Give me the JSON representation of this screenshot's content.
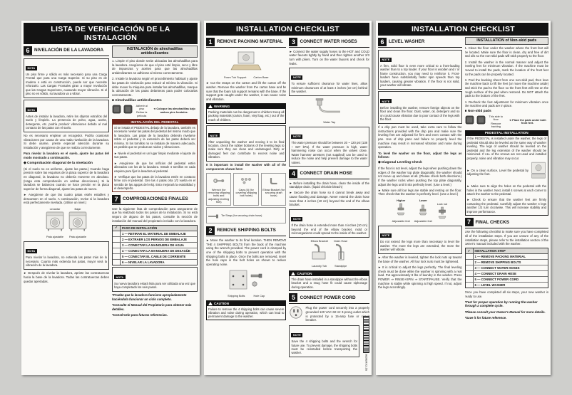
{
  "labels": {
    "note": "NOTE",
    "nota": "NOTA",
    "warning": "WARNING",
    "caution": "CAUTION",
    "importante": "IMPORTANTE"
  },
  "left": {
    "title": "LISTA DE VERIFICACIÓN DE LA INSTALACIÓN",
    "leveling": {
      "num": "6",
      "title": "NIVELACIÓN DE LA LAVADORA",
      "nota1": "Un piso firme y sólido es más necesario para una Carga Frontal que para una Carga Superior. Si su piso es de madera o está en construcción, puede ser que necesite reforzarlo. Las Cargas Frontales giran a mayor revolución que las Cargas Superiores, causando mayor vibración. Si el piso no es sólido, su lavadora va a vibrar.",
      "nota2": "Antes de instalar la lavadora, retire los objetos extraños del suelo y límpielo. La presencia de polvo, agua, aceite, detergente, etc. podría producir vibraciones debido al mal contacto de las patas con el suelo.",
      "p1": "No es necesario emplear un recogedor. Podría ocasionar vibraciones por causa de una mala nivelación de la lavadora. Si debe usarse, preste especial atención durante su instalación y asegúrese de que se realiza correctamente.",
      "p2": "Para nivelar la lavadora en el suelo, ajuste las patas del modo mostrado a continuación.",
      "diag_title": "◆ Comprobación diagonal de la nivelación",
      "p3": "(Si el suelo no es uniforme, ajuste las patas.) Cuando haga presión sobre las esquinas de la placa superior de la lavadora en diagonal, la lavadora no debería moverse en absoluto. (Haga esta comprobación en ambas direcciones.) Si la lavadora se balancea cuando se hace presión en la placa superior de forma diagonal, ajuste las patas de nuevo.",
      "p4": "► Asegúrese de que las cuatro patas estén estables y descansen en el suelo. A continuación, revise si la lavadora está perfectamente nivelada. (Utilice un nivel.)",
      "lbl_raise": "Levantar",
      "lbl_lower": "Bajar",
      "lbl_foot1": "Pata ajustable",
      "lbl_foot2": "Pata ajustable",
      "nota3": "Para nivelar la lavadora, no extienda las patas más de lo necesario. Cuanto más extienda las patas, mayor será la vibración de la lavadora.",
      "p5": "► Después de nivelar la lavadora, apriete las contratuercas hacia la base de la lavadora. Todas las contratuercas deben quedar apretadas."
    },
    "pads": {
      "title": "INSTALACIÓN de almohadillas antideslizantes",
      "p1": "1. Limpie el piso donde serán ubicadas las almohadillas para la lavadora. Asegúrese de que el piso esté limpio, seco y libre de impurezas y aceites para que las almohadillas antideslizantes se adhieran al mismo correctamente.",
      "p2": "2. Instale la lavadora según el procedimiento habitual y ajuste las patas de nivelación para reducir al mínimo la vibración. Si debe mover la máquina para instalar las almohadillas, marque la ubicación de las patas delanteras para poder colocarlas correctamente.",
      "pads_label": "■ Almohadillas antideslizantes",
      "lbl_stick": "Adherir al piso",
      "lbl_backing": "Retirar la película",
      "arrow_note": "◄ Coloque las almohadillas bajo ambos pies frontales."
    },
    "importante": {
      "label": "INSTALACIÓN DEL PEDESTAL",
      "text": "Si se instala el PEDESTAL debajo de la lavadora, también es necesario nivelar las patas del pedestal del mismo modo que la lavadora. Las patas de la lavadora deberán nivelarse sobre el pedestal y la extensión de las patas deberá ser mínima. Si los tornillos no se instalan de manera adecuada, es posible que se produzcan ruidos y vibraciones.",
      "b1": "► Nivele el pedestal en un lugar limpio mediante el ajuste de sus patas.",
      "b2": "► Asegúrese de que los orificios del pedestal estén alineados con los de la lavadora. Instale 4 tornillos en cada esquina para fijar la lavadora al pedestal.",
      "b3": "► Verifique que las patas de la lavadora estén en contacto firme con el pedestal. Gire las 4 patas otra 1/2 vuelta en el sentido de las agujas del reloj. Esto mejorará la estabilidad y el desempeño."
    },
    "final": {
      "num": "7",
      "title": "COMPROBACIONES FINALES",
      "intro": "Use la siguiente lista de comprobación para asegurarse de que ha realizado todos los pasos de la instalación. Si no está seguro de alguno de los pasos, consulte la sección de instalación del manual del propietario incluido con la lavadora.",
      "check_col": "✓",
      "step_col": "PASO DE INSTALACIÓN",
      "items": [
        "1 — RETIRAR EL MATERIAL DE EMBALAJE",
        "2 — EXTRAER LOS PERNOS DE EMBALAJE",
        "3 — CONECTAR LA MANGUERA DE AGUA",
        "4 — CONECTAR LA MANGUERA DE DESAGÜE",
        "5 — CONECTAR EL CABLE DE CORRIENTE",
        "6 — NIVELAR LA LAVADORA"
      ],
      "nota": "Su nueva lavadora estará lista para ser utilizada una vez que haya completado los seis pasos.",
      "foot1": "*Pruebe que la lavadora funcione apropiadamente haciéndola funcionar un ciclo completo.",
      "foot2": "*Consulte el Manual del Propietario para obtener más detalles.",
      "foot3": "*Consérvelo para futuras referencias."
    }
  },
  "middle": {
    "title": "INSTALLATION CHECKLIST",
    "s1": {
      "num": "1",
      "title": "REMOVE PACKING MATERIAL",
      "lbl_foam": "Foam Tub Support",
      "lbl_base": "Carton Base",
      "p1": "► Cut the straps on the carton and lift the carton off the washer. Remove the washer from the carton base and be sure that the foam tub support remains with the base. If the support gets caught under the washer, it can cause noise and vibration.",
      "warning": "Packing materials can be dangerous to children! Keep all packing materials (carton, foam, vinyl bag, etc.) out of the reach of children.",
      "note": "After unpacking the washer and moving it to its final location, check the rubber bottoms of the leveling legs to make sure they are clean and undamaged. Dirty or damaged feet can contribute to excess noise and vibration.",
      "p2": "It is important to install the washer with all of the components shown here:",
      "comp1": "Wrench (for removing shipping bolts and adjusting leveling feet)",
      "comp2": "Caps (4) (for covering shipping bolt holes)",
      "comp3": "Elbow Bracket (for securing drain hose)",
      "comp4": "Tie Strap (for securing drain hose)"
    },
    "s2": {
      "num": "2",
      "title": "REMOVE SHIPPING BOLTS",
      "p1": "► Move the washer to its final location. THEN REMOVE THE 4 SHIPPING BOLTS from the back of the machine using the wrench provided. The power cord is clamped by one of the shipping bolts to prevent operation with the shipping bolts in place. Once the bolts are removed, insert the hole caps in the bolt holes as shown to reduce operating noise.",
      "lbl_bolt": "Shipping Bolts",
      "lbl_cap": "Hole Cap",
      "caution": "Failure to remove the 4 shipping bolts can cause severe vibration and noise during operation, which can lead to permanent damage to the washer."
    },
    "s3": {
      "num": "3",
      "title": "CONNECT WATER HOSES",
      "p1": "► Connect the water supply hoses to the HOT and COLD water faucets tightly by hand and then tighten another 2/3 turn with pliers. Turn on the water faucets and check for leaks.",
      "lbl_tap": "Water Tap",
      "note1": "To ensure sufficient clearance for water lines, allow minimum clearances of at least 4 inches (10 cm) behind the washer.",
      "note2": "The water pressure should be between 20 ~ 120 psi (138 ~ 827 kPa). If the water pressure is high, water hammering noise can occur when the valves close. Water hammer arresters (not supplied) can be used to reduce the noise and help prevent damage to the water valves."
    },
    "s4": {
      "num": "4",
      "title": "CONNECT DRAIN HOSE",
      "p1": "► Before installing the drain hose, clean the inside of the standpipe drain. (liquid chloride bleach)",
      "p2": "► Secure the drain hose so it cannot break away and cause flooding and damage. Never extend the drain hose more than 4 inches (10 cm) beyond the end of the elbow bracket.",
      "note": "If the drain hose is extended more than 4 inches (10 cm) beyond the end of the elbow bracket, mold or microorganisms could spread to the inside of the washer.",
      "lbl_elbow": "Elbow Bracket",
      "lbl_tub": "Laundry Tub",
      "lbl_hose": "Drain Hose",
      "lbl_pipe": "Standpipe",
      "caution": "The drain hose installed in a standpipe without the elbow bracket and a snug hose fit could cause siphonage during operation."
    },
    "s5": {
      "num": "5",
      "title": "CONNECT POWER CORD",
      "p1": "Plug the power cord securely into a properly grounded 120 VAC 60 Hz 3-prong outlet which is protected by a 15-amp fuse or circuit breaker.",
      "note": "Save the 4 shipping bolts and the wrench for future use. To prevent damage, the shipping bolts must be reinstalled before transporting the washer.",
      "code": "3828ER3015S"
    }
  },
  "right": {
    "title": "INSTALLATION CHECKLIST",
    "s6": {
      "num": "6",
      "title": "LEVEL WASHER",
      "note1": "A firm, solid floor is even more critical to a front-loading washer than to a top loader. If your floor is wooden and / or frame construction, you may need to reinforce it. Front-loaders have substantially faster spin speeds than top loaders, causing greater vibration. If the floor is not solid, your washer will vibrate.",
      "note2": "Before installing the washer, remove foreign objects on the floor and clean the floor. Dust, water, oil, detergent and so on could cause vibration due to poor contact of the legs with the floor.",
      "p1": "If a drip pan must be used, take extra care to follow the instructions provided with the drip pan and make sure the leveling feet are adjusted for firm and even contact with the pan. Use of drip pans and failure to properly level the machine may result in increased vibration and noise during operation.",
      "p2": "To level the washer on the floor, adjust the legs as follows:",
      "diag_title": "◆ Diagonal Leveling Check",
      "p3": "If the floor is not level, adjust the legs when pushing down the edges of the washer top plate diagonally; the washer should not move up and down at all. (Please check both directions.) If the washer rocks when pushing the top plate diagonally, adjust the legs until it sits perfectly level. (Use a level.)",
      "p4": "► Make sure all four legs are stable and resting on the floor. Then check that the washer is perfectly level. (Use a level.)",
      "lbl_higher": "Higher",
      "lbl_lower": "Lower",
      "lbl_locknut": "Lock nut",
      "lbl_feet1": "Adjustable feet",
      "lbl_feet2": "Adjustable feet",
      "note3": "Do not extend the legs more than necessary to level the washer. The more the legs are extended, the more the washer will vibrate.",
      "p5": "► After the washer is leveled, tighten the lock nuts up toward the base of the washer. All four lock nuts must be tightened.",
      "p6": "► It is critical to adjust the legs perfectly. The final leveling check must be done while the washer is spinning with a real load. Put approximately 8 lbs of laundry in the washer. Press POWER ⇒ RINSE+SPIN ⇒ START/PAUSE. Verify that the machine is stable while spinning at high speed. If not, adjust the legs accordingly."
    },
    "pads": {
      "title": "INSTALLATION of Non-skid pads",
      "p1": "1. Clean the floor under the washer where the front feet will be located. Make sure the floor is clean, dry and free of dirt and oils so the non-skid pads will stick properly to the floor.",
      "p2": "2. Install the washer in the normal manner and adjust the leveling feet for minimum vibration. If the machine must be moved to install the pads, mark the location of the front feet so the pads can be properly located.",
      "p3": "3. Peel the backing sheet from one non-skid pad, then lean the machine back to lift the feet (or move the machine aside) and stick the pad to the floor so the front feet will rest on the rough surface of the pad when restored. Do NOT attach the pads to the bottom of the feet.",
      "p4": "4. Recheck the foot adjustment for minimum vibration once the machine and pads are in place.",
      "pads_label": "■ Non-skid pads",
      "lbl_stick": "This side to floor",
      "lbl_backing": "Remove backing",
      "arrow_note": "◄ Place the pads under both front feet."
    },
    "pedestal": {
      "label": "PEDESTAL INSTALLATION",
      "text": "If the PEDESTAL is installed under the washer, the legs of pedestal should also be leveled as the same way of washer leveling. The legs of washer should be leveled on the pedestal and the leg extension of the washer should be minimized. If ALL of the screws are not used and installed properly, noise and vibration may occur.",
      "b1": "► On a clean surface, Level the pedestal by adjusting the feet.",
      "b2": "► Make sure to align the holes on the pedestal with the holes in the washer. Next, install 4 screws at each corner to attach the washer to the pedestal.",
      "b3": "► Check to ensure that the washer feet are firmly contacting the pedestal. Carefully adjust the washer 4 legs another 1/2 turn clockwise. This will increase stability and improve performance."
    },
    "final": {
      "num": "7",
      "title": "FINAL CHECKS",
      "intro": "Use the following checklist to make sure you have completed all of the installation steps. If you are unsure of any of the installation steps, please refer to the installation section of the owner's manual included with the washer.",
      "check_col": "✓",
      "step_col": "INSTALLATION STEP",
      "items": [
        "1 — REMOVE PACKING MATERIAL",
        "2 — REMOVE SHIPPING BOLTS",
        "3 — CONNECT WATER HOSES",
        "4 — CONNECT DRAIN HOSE",
        "5 — CONNECT POWER CORD",
        "6 — LEVEL WASHER"
      ],
      "outro": "Once you have completed all six steps, your new washer is ready to use.",
      "foot1": "*Test for proper operation by running the washer through a complete cycle.",
      "foot2": "*Please consult your Owner's Manual for more details.",
      "foot3": "*Save it for future reference."
    }
  }
}
